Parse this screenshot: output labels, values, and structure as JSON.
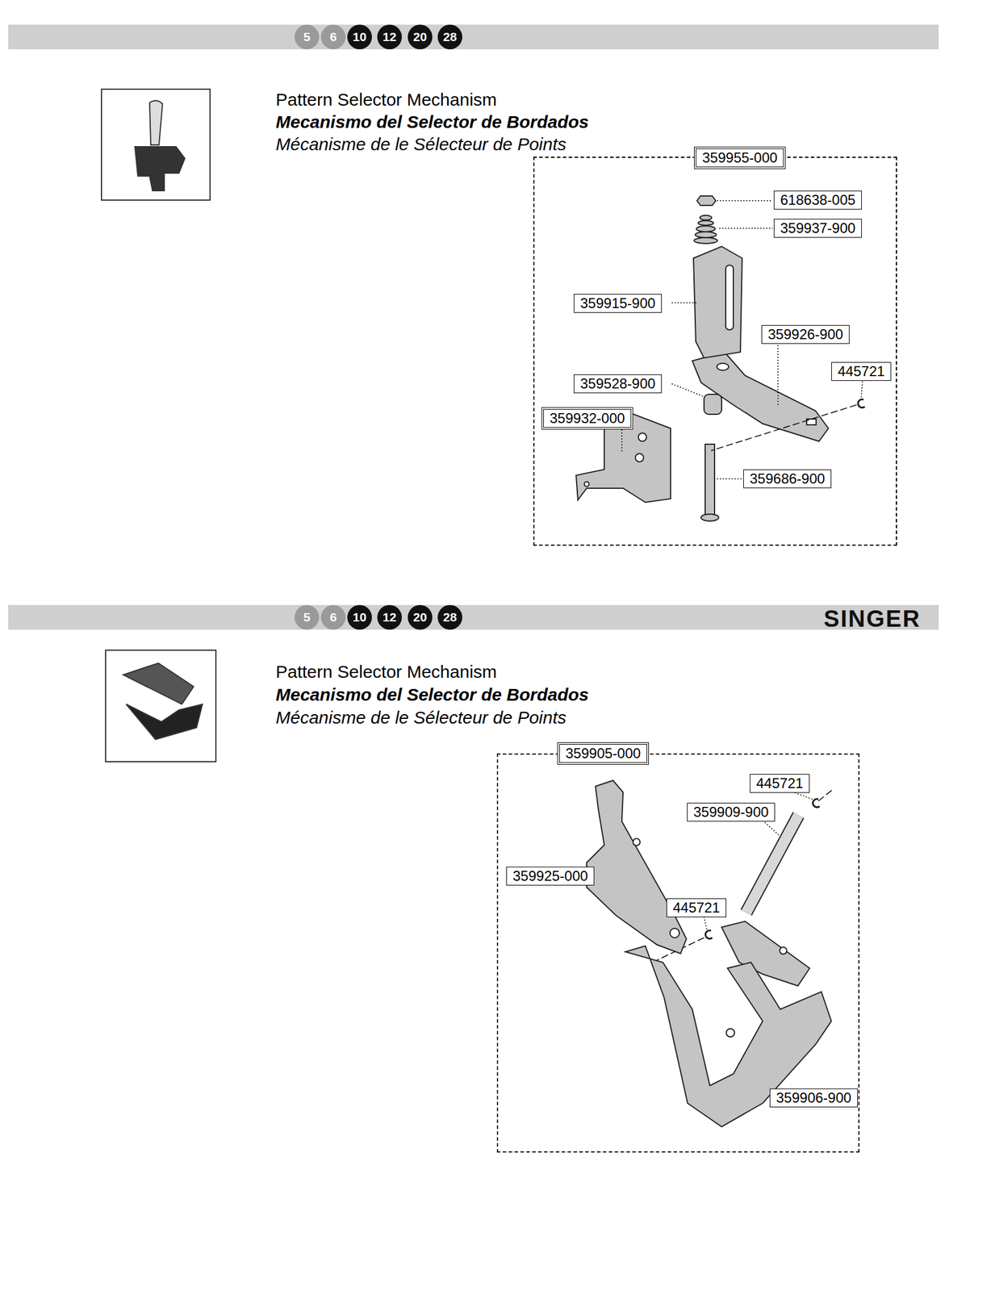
{
  "diagram": {
    "nodes": [
      {
        "text": [
          "359955-000"
        ]
      },
      {
        "text": [
          "618638-005"
        ],
        "in": 0
      },
      {
        "text": [
          "359937-900"
        ],
        "in": 0
      },
      {
        "text": [
          "359915-900"
        ],
        "in": 0
      },
      {
        "text": [
          "359926-900"
        ],
        "in": 0
      },
      {
        "text": [
          "445721"
        ],
        "in": 0
      },
      {
        "text": [
          "359528-900"
        ],
        "in": 0
      },
      {
        "text": [
          "359932-000"
        ],
        "in": 0
      },
      {
        "text": [
          "359686-900"
        ],
        "in": 0
      },
      {
        "text": [
          "359905-000"
        ]
      },
      {
        "text": [
          "445721"
        ],
        "in": 9
      },
      {
        "text": [
          "359909-900"
        ],
        "in": 9
      },
      {
        "text": [
          "359925-000"
        ],
        "in": 9
      },
      {
        "text": [
          "445721"
        ],
        "in": 9
      },
      {
        "text": [
          "359906-900"
        ],
        "in": 9
      }
    ],
    "edges": [],
    "labels": [
      "5",
      "6",
      "10",
      "12",
      "20",
      "28",
      "Pattern Selector Mechanism",
      "Mecanismo del Selector de Bordados",
      "Mécanisme de le Sélecteur de Points",
      "5",
      "6",
      "10",
      "12",
      "20",
      "28",
      "SINGER",
      "Pattern Selector Mechanism",
      "Mecanismo del Selector de Bordados",
      "Mécanisme de le Sélecteur de Points"
    ]
  }
}
